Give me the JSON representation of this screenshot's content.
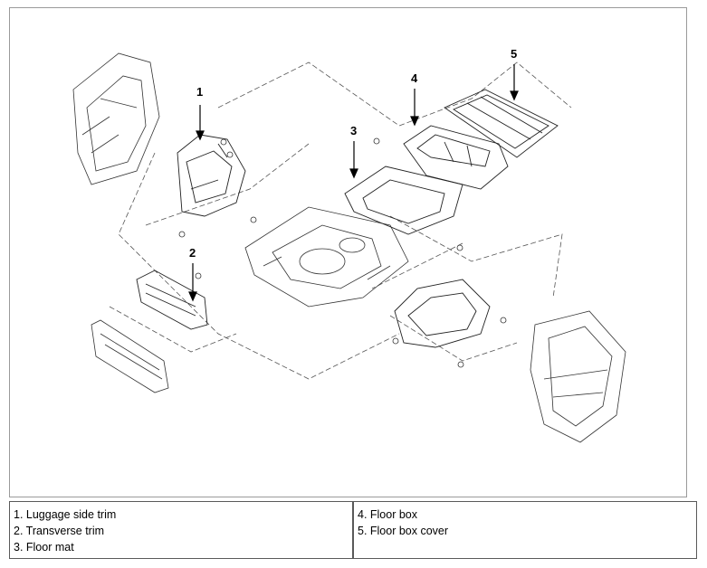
{
  "diagram": {
    "callouts": [
      "1",
      "2",
      "3",
      "4",
      "5"
    ]
  },
  "legend": {
    "left": [
      "1. Luggage side trim",
      "2. Transverse trim",
      "3. Floor mat"
    ],
    "right": [
      "4. Floor box",
      "5. Floor box cover"
    ]
  },
  "colors": {
    "line": "#333333",
    "frame": "#9a9a9a",
    "dashed": "#555555"
  }
}
